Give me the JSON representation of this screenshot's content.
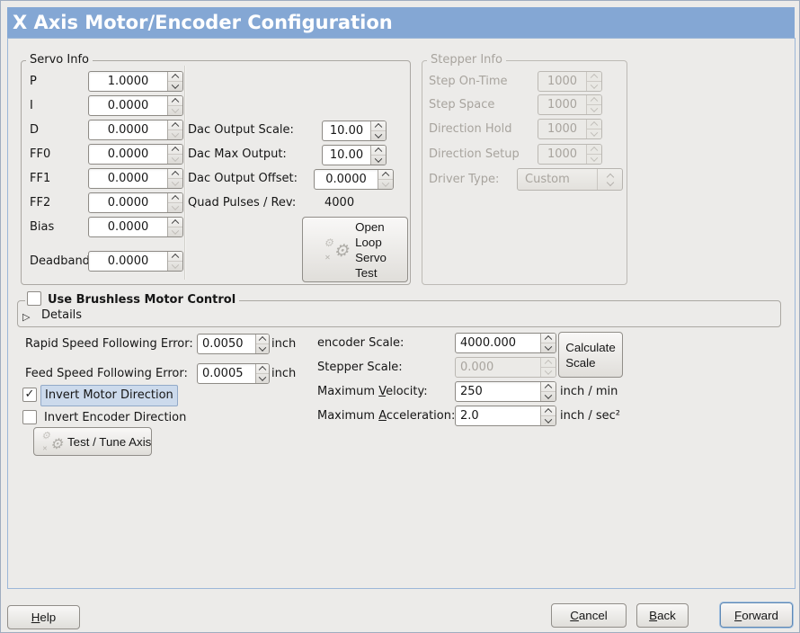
{
  "window": {
    "title": "X Axis Motor/Encoder Configuration"
  },
  "colors": {
    "header_blue": "#84A7D4",
    "panel_border_blue": "#9CB7D8",
    "window_bg": "#ECEBE9",
    "focus_highlight": "#CCDAEC",
    "disabled_text": "#A8A49E"
  },
  "icons": {
    "check": "✓",
    "expander": "▷",
    "gear": "⚙",
    "small_x": "✕"
  },
  "servo": {
    "legend": "Servo Info",
    "params": [
      {
        "label": "P",
        "value": "1.0000"
      },
      {
        "label": "I",
        "value": "0.0000"
      },
      {
        "label": "D",
        "value": "0.0000"
      },
      {
        "label": "FF0",
        "value": "0.0000"
      },
      {
        "label": "FF1",
        "value": "0.0000"
      },
      {
        "label": "FF2",
        "value": "0.0000"
      },
      {
        "label": "Bias",
        "value": "0.0000"
      },
      {
        "label": "Deadband",
        "value": "0.0000"
      }
    ],
    "dac": [
      {
        "label": "Dac Output Scale:",
        "value": "10.00"
      },
      {
        "label": "Dac Max Output:",
        "value": "10.00"
      },
      {
        "label": "Dac Output Offset:",
        "value": "0.0000"
      }
    ],
    "quad": {
      "label": "Quad Pulses / Rev:",
      "value": "4000"
    },
    "open_loop_button": "Open\nLoop\nServo\nTest"
  },
  "stepper": {
    "legend": "Stepper Info",
    "rows": [
      {
        "label": "Step On-Time",
        "value": "1000"
      },
      {
        "label": "Step Space",
        "value": "1000"
      },
      {
        "label": "Direction Hold",
        "value": "1000"
      },
      {
        "label": "Direction Setup",
        "value": "1000"
      }
    ],
    "driver": {
      "label": "Driver Type:",
      "value": "Custom"
    }
  },
  "brushless": {
    "title": "Use Brushless Motor Control",
    "details": "Details"
  },
  "following": {
    "rapid": {
      "label": "Rapid Speed Following Error:",
      "value": "0.0050",
      "unit": "inch"
    },
    "feed": {
      "label": "Feed Speed Following Error:",
      "value": "0.0005",
      "unit": "inch"
    }
  },
  "scales": {
    "encoder": {
      "label": "encoder Scale:",
      "value": "4000.000"
    },
    "stepper": {
      "label": "Stepper Scale:",
      "value": "0.000"
    },
    "calculate_button": "Calculate\nScale",
    "velocity": {
      "pre": "Maximum ",
      "u": "V",
      "rest": "elocity:",
      "value": "250",
      "unit": "inch / min"
    },
    "accel": {
      "pre": "Maximum ",
      "u": "A",
      "rest": "cceleration:",
      "value": "2.0",
      "unit": "inch / sec²"
    }
  },
  "options": {
    "invert_motor": {
      "label": "Invert Motor Direction"
    },
    "invert_encoder": {
      "label": "Invert Encoder Direction"
    },
    "test_button": "Test / Tune Axis"
  },
  "actions": {
    "help": {
      "u": "H",
      "rest": "elp"
    },
    "cancel": {
      "u": "C",
      "rest": "ancel"
    },
    "back": {
      "u": "B",
      "rest": "ack"
    },
    "forward": {
      "u": "F",
      "rest": "orward"
    }
  }
}
